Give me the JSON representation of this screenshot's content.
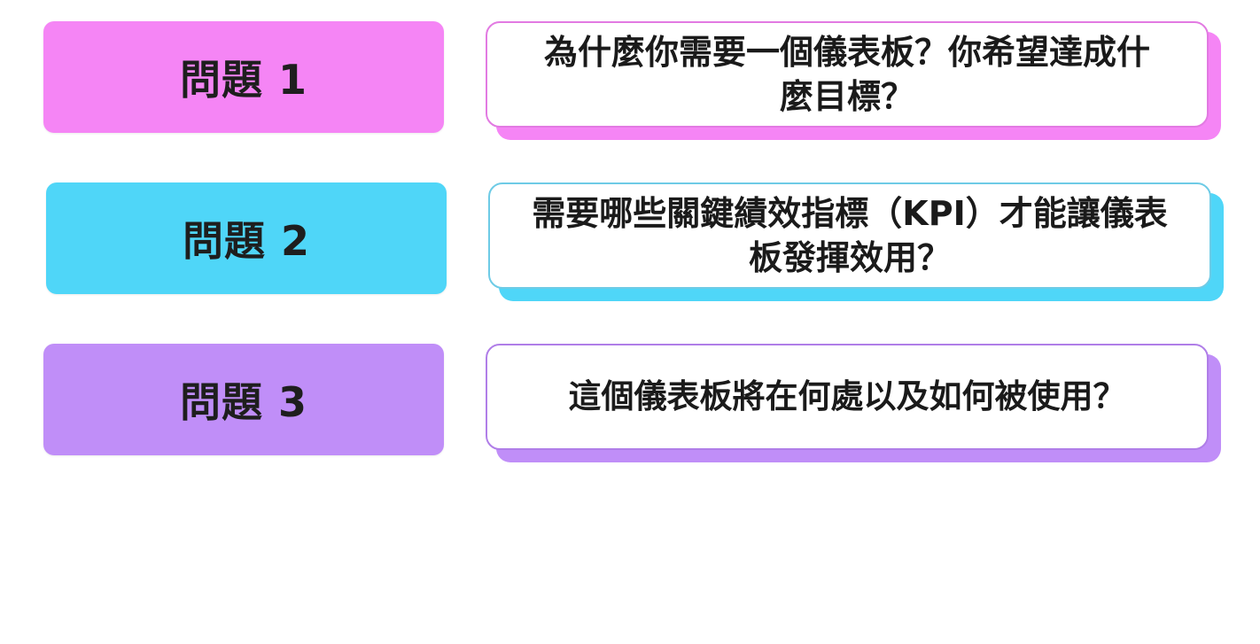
{
  "colors": {
    "pink": "#f585f5",
    "pink_border": "#e27ae2",
    "cyan": "#4fd6f8",
    "cyan_border": "#6ecbe6",
    "purple": "#c08ef8",
    "purple_border": "#b07ee8"
  },
  "rows": [
    {
      "label": "問題 1",
      "question": "為什麼你需要一個儀表板？你希望達成什麼目標？"
    },
    {
      "label": "問題 2",
      "question": "需要哪些關鍵績效指標（KPI）才能讓儀表板發揮效用？"
    },
    {
      "label": "問題 3",
      "question": "這個儀表板將在何處以及如何被使用？"
    }
  ]
}
